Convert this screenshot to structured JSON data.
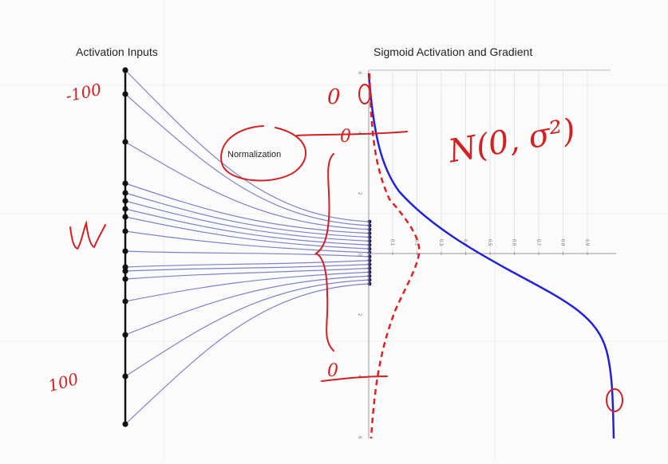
{
  "titles": {
    "left": "Activation Inputs",
    "right": "Sigmoid Activation and Gradient"
  },
  "normalization_label": "Normalization",
  "axis": {
    "x_ticks": [
      "0.1",
      "0.2",
      "0.3",
      "0.4",
      "0.5",
      "0.6",
      "0.7",
      "0.8",
      "0.9"
    ],
    "y_ticks": [
      "6",
      "4",
      "2",
      "0",
      "2",
      "4",
      "6"
    ]
  },
  "annotations": {
    "top_value": "-100",
    "bottom_value": "100",
    "weight_symbol": "W",
    "distribution": "N(0, σ²)",
    "zero_top": "0",
    "zero_bottom": "0"
  },
  "colors": {
    "input_lines": "#7d83c9",
    "sigmoid": "#2222dd",
    "gradient": "#e02020",
    "ink": "#d42020"
  },
  "icons": [
    "input-node-dot",
    "output-node-dot"
  ]
}
